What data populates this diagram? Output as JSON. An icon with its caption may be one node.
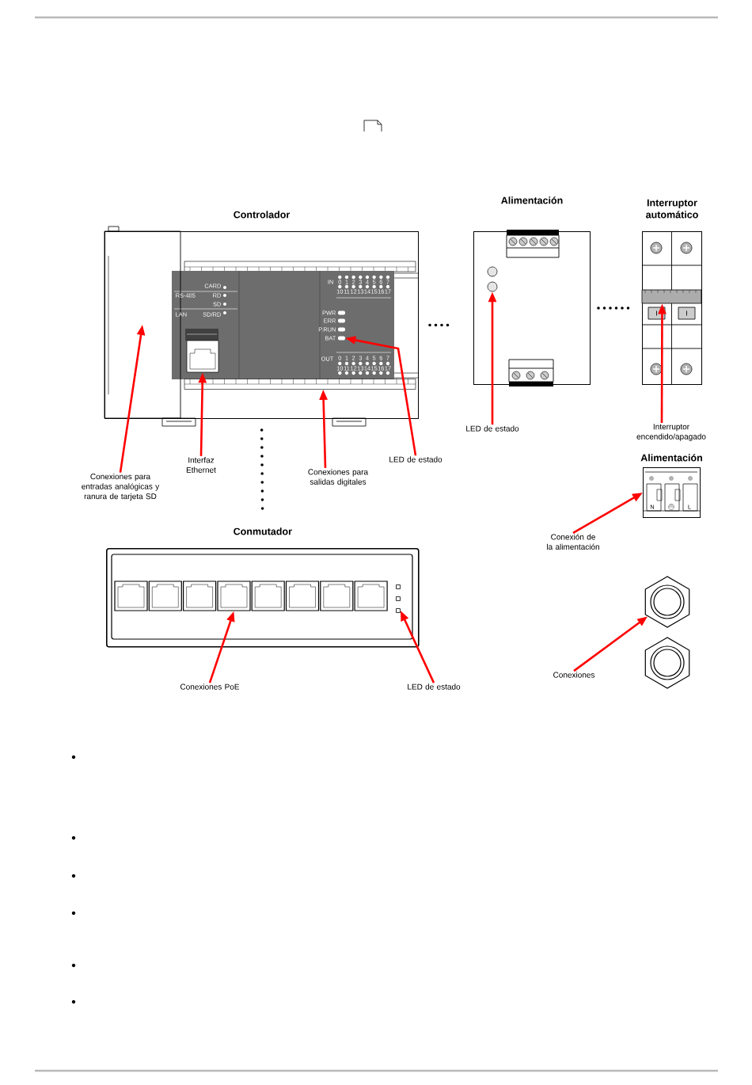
{
  "diagram": {
    "nodes": [
      {
        "text": [
          "Controlador"
        ]
      },
      {
        "text": [
          "Alimentación"
        ]
      },
      {
        "text": [
          "Interruptor automático"
        ]
      },
      {
        "text": [
          "Alimentación"
        ]
      },
      {
        "text": [
          "Conmutador"
        ]
      },
      {
        "text": [],
        "shape": "box",
        "in": 0
      },
      {
        "text": [],
        "shape": "box",
        "in": 0
      },
      {
        "text": [],
        "shape": "bar",
        "in": 0
      },
      {
        "text": [],
        "shape": "box",
        "in": 0
      },
      {
        "text": [],
        "shape": "circle",
        "in": 1
      },
      {
        "text": [],
        "shape": "bar",
        "in": 2
      },
      {
        "text": [],
        "shape": "box",
        "in": 4
      },
      {
        "text": [],
        "shape": "box",
        "in": 4
      },
      {
        "text": [],
        "shape": "hexagon"
      },
      {
        "text": [],
        "shape": "hexagon"
      },
      {
        "text": [
          "Conexiones para entradas analógicas y ranura de tarjeta SD"
        ]
      },
      {
        "text": [
          "Interfaz Ethernet"
        ]
      },
      {
        "text": [
          "Conexiones para salidas digitales"
        ]
      },
      {
        "text": [
          "LED de estado"
        ]
      },
      {
        "text": [
          "LED de estado"
        ]
      },
      {
        "text": [
          "Interruptor encendido/apagado"
        ]
      },
      {
        "text": [
          "Conexión de la alimentación"
        ]
      },
      {
        "text": [
          "Conexiones PoE"
        ]
      },
      {
        "text": [
          "LED de estado"
        ]
      },
      {
        "text": [
          "Conexiones"
        ]
      }
    ],
    "edges": [
      {
        "from": 15,
        "to": 5,
        "arrow": "to"
      },
      {
        "from": 16,
        "to": 6,
        "arrow": "to"
      },
      {
        "from": 17,
        "to": 7,
        "arrow": "to"
      },
      {
        "from": 18,
        "to": 8,
        "arrow": "to"
      },
      {
        "from": 19,
        "to": 9,
        "arrow": "to"
      },
      {
        "from": 20,
        "to": 10,
        "arrow": "to"
      },
      {
        "from": 21,
        "to": 3,
        "arrow": "to"
      },
      {
        "from": 22,
        "to": 11,
        "arrow": "to"
      },
      {
        "from": 23,
        "to": 12,
        "arrow": "to"
      },
      {
        "from": 24,
        "to": 13,
        "arrow": "to"
      },
      {
        "from": 0,
        "to": 1,
        "arrow": "none",
        "style": "dashed",
        "color": "#000000"
      },
      {
        "from": 1,
        "to": 2,
        "arrow": "none",
        "style": "dashed",
        "color": "#000000"
      },
      {
        "from": 0,
        "to": 4,
        "arrow": "none",
        "style": "dashed",
        "color": "#000000"
      }
    ],
    "labels": [
      "CARD",
      "RS-485",
      "RD",
      "SD",
      "LAN",
      "SD/RD",
      "IN",
      "0",
      "1",
      "2",
      "3",
      "4",
      "5",
      "6",
      "7",
      "10",
      "11",
      "12",
      "13",
      "14",
      "15",
      "16",
      "17",
      "PWR",
      "ERR",
      "P.RUN",
      "BAT",
      "OUT",
      "0",
      "1",
      "2",
      "3",
      "4",
      "5",
      "6",
      "7",
      "10",
      "11",
      "12",
      "13",
      "14",
      "15",
      "16",
      "17",
      "I",
      "I",
      "N",
      "L"
    ]
  }
}
